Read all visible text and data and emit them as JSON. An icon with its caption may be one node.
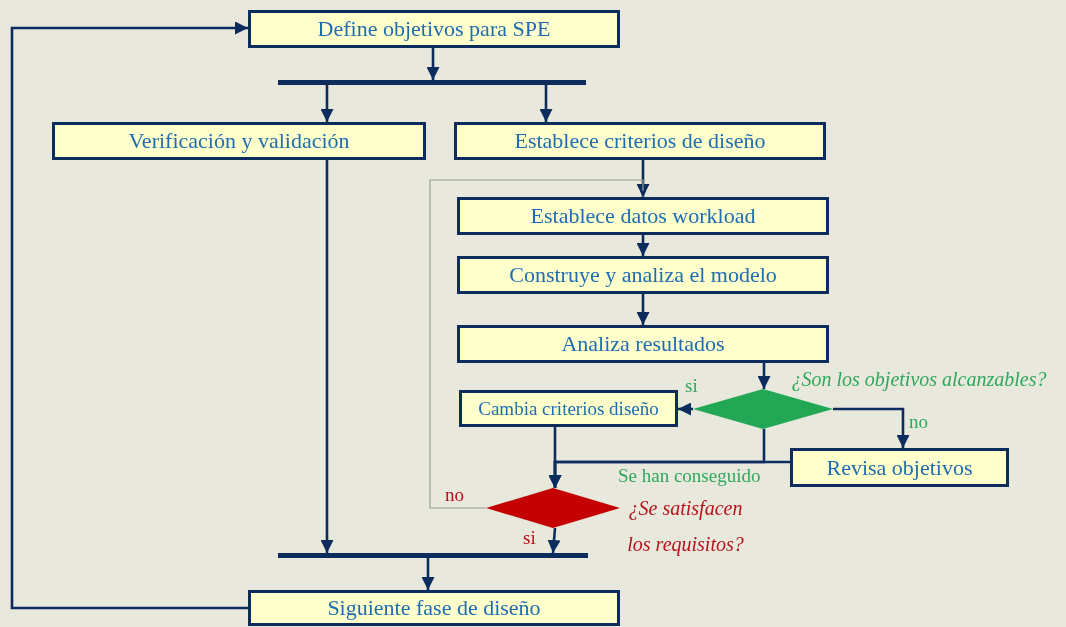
{
  "diagram": {
    "nodes": [
      {
        "text": [
          "Define objetivos para SPE"
        ]
      },
      {
        "text": [],
        "shape": "bar"
      },
      {
        "text": [
          "Verificación y validación"
        ]
      },
      {
        "text": [
          "Establece criterios de diseño"
        ]
      },
      {
        "text": [
          "Establece datos workload"
        ]
      },
      {
        "text": [
          "Construye y analiza el modelo"
        ]
      },
      {
        "text": [
          "Analiza resultados"
        ]
      },
      {
        "text": [],
        "shape": "diamond",
        "beside": [
          "¿Son los objetivos alcanzables?"
        ]
      },
      {
        "text": [
          "Cambia criterios diseño"
        ]
      },
      {
        "text": [
          "Revisa objetivos"
        ]
      },
      {
        "text": [],
        "shape": "diamond",
        "beside": [
          "¿Se satisfacen los requisitos?"
        ]
      },
      {
        "text": [],
        "shape": "bar"
      },
      {
        "text": [
          "Siguiente fase de diseño"
        ]
      }
    ],
    "edges": [
      {
        "from": 0,
        "to": 1,
        "arrow": "to"
      },
      {
        "from": 1,
        "to": 2,
        "arrow": "to"
      },
      {
        "from": 1,
        "to": 3,
        "arrow": "to"
      },
      {
        "from": 3,
        "to": 4,
        "arrow": "to"
      },
      {
        "from": 4,
        "to": 5,
        "arrow": "to"
      },
      {
        "from": 5,
        "to": 6,
        "arrow": "to"
      },
      {
        "from": 6,
        "to": 7,
        "arrow": "to"
      },
      {
        "from": 7,
        "to": 8,
        "arrow": "to",
        "label": "si"
      },
      {
        "from": 7,
        "to": 9,
        "arrow": "to",
        "label": "no"
      },
      {
        "from": 7,
        "to": 10,
        "arrow": "to"
      },
      {
        "from": 9,
        "to": 10,
        "arrow": "to",
        "label": "Se han conseguido"
      },
      {
        "from": 8,
        "to": 10,
        "arrow": "to"
      },
      {
        "from": 10,
        "to": 4,
        "arrow": "to",
        "label": "no",
        "color": "#9a9a9a"
      },
      {
        "from": 10,
        "to": 11,
        "arrow": "to",
        "label": "si"
      },
      {
        "from": 2,
        "to": 11,
        "arrow": "to"
      },
      {
        "from": 11,
        "to": 12,
        "arrow": "to"
      },
      {
        "from": 12,
        "to": 0,
        "arrow": "to"
      }
    ]
  }
}
